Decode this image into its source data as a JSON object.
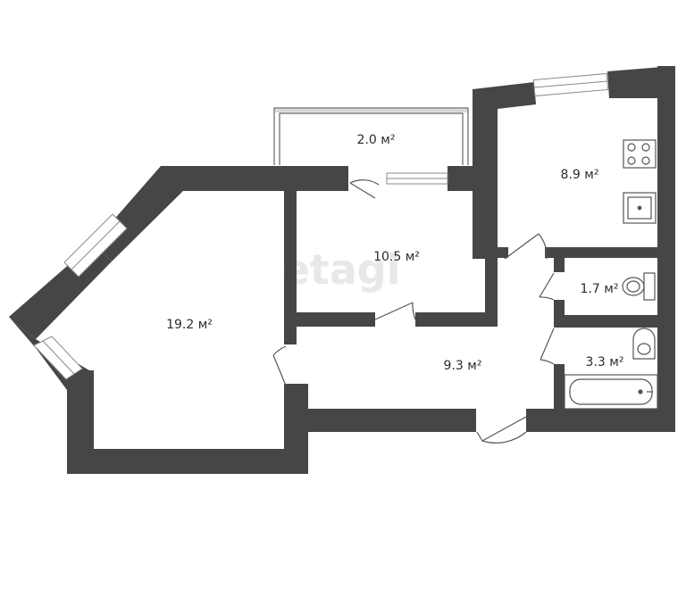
{
  "rooms": {
    "living": "19.2 м²",
    "bedroom": "10.5 м²",
    "balcony": "2.0 м²",
    "kitchen": "8.9 м²",
    "toilet": "1.7 м²",
    "bathroom": "3.3 м²",
    "hall": "9.3 м²"
  },
  "watermark": "etagi",
  "colors": {
    "wall": "#464646",
    "fixture": "#555555",
    "window": "#8a8a8a"
  }
}
